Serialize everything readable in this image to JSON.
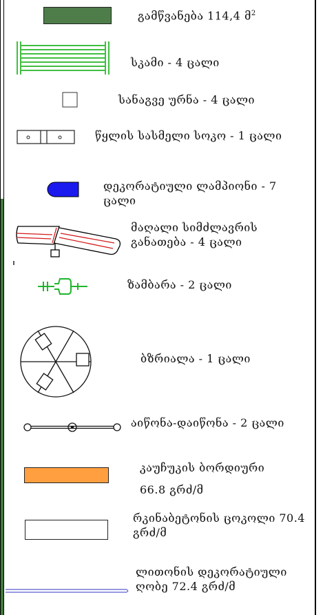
{
  "legend": {
    "items": [
      {
        "id": "greenery",
        "label": "გამწვანება 114,4 მ",
        "sup": "2",
        "color": "#4e7d4a"
      },
      {
        "id": "bench",
        "label": "სკამი - 4 ცალი",
        "color": "#3fbf3f"
      },
      {
        "id": "trash-bin",
        "label": "სანაგვე ურნა - 4 ცალი"
      },
      {
        "id": "water-column",
        "label": "წყლის სასმელი სოკო - 1 ცალი"
      },
      {
        "id": "decorative-lamp",
        "label": "დეკორატიული ლამპიონი - 7 ცალი",
        "color": "#1a1aee"
      },
      {
        "id": "high-mast-light",
        "label": "მაღალი სიმძლავრის განათება - 4 ცალი",
        "color": "#d41a1a"
      },
      {
        "id": "spring",
        "label": "ზამბარა - 2 ცალი",
        "color": "#1fb52b"
      },
      {
        "id": "carousel",
        "label": "ბზრიალა - 1 ცალი"
      },
      {
        "id": "seesaw",
        "label": "აიწონა-დაიწონა - 2 ცალი"
      },
      {
        "id": "rubber-curb",
        "label": "კაუჩუკის ბორდიური",
        "label2": "66.8 გრძ/მ",
        "color": "#ff9f3f"
      },
      {
        "id": "concrete-curb",
        "label": "რკინაბეტონის ცოკოლი 70.4 გრძ/მ"
      },
      {
        "id": "metal-fence",
        "label": "ლითონის დეკორატიული ღობე 72.4 გრძ/მ",
        "color": "#5b5bcc"
      }
    ]
  }
}
